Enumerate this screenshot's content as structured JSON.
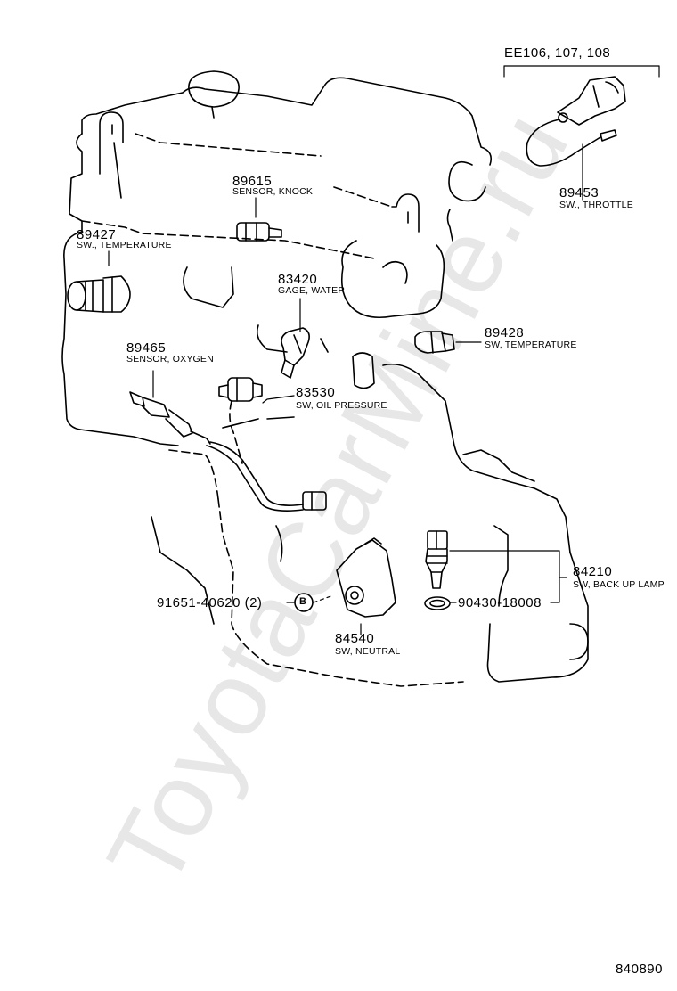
{
  "watermark": "ToyotaCarMine.ru",
  "variant_label": "EE106, 107, 108",
  "illustration_code": "840890",
  "colors": {
    "line": "#000000",
    "watermark": "#e7e7e7",
    "background": "#ffffff"
  },
  "parts": [
    {
      "id": "89615",
      "number": "89615",
      "name": "SENSOR, KNOCK"
    },
    {
      "id": "89427",
      "number": "89427",
      "name": "SW., TEMPERATURE"
    },
    {
      "id": "83420",
      "number": "83420",
      "name": "GAGE, WATER"
    },
    {
      "id": "89465",
      "number": "89465",
      "name": "SENSOR, OXYGEN"
    },
    {
      "id": "83530",
      "number": "83530",
      "name": "SW, OIL PRESSURE"
    },
    {
      "id": "89428",
      "number": "89428",
      "name": "SW, TEMPERATURE"
    },
    {
      "id": "89453",
      "number": "89453",
      "name": "SW., THROTTLE"
    },
    {
      "id": "84210",
      "number": "84210",
      "name": "SW, BACK UP LAMP"
    },
    {
      "id": "84540",
      "number": "84540",
      "name": "SW, NEUTRAL"
    },
    {
      "id": "91651",
      "number": "91651-40620 (2)",
      "name": ""
    },
    {
      "id": "90430",
      "number": "90430-18008",
      "name": ""
    }
  ],
  "bolt_marker": "B"
}
